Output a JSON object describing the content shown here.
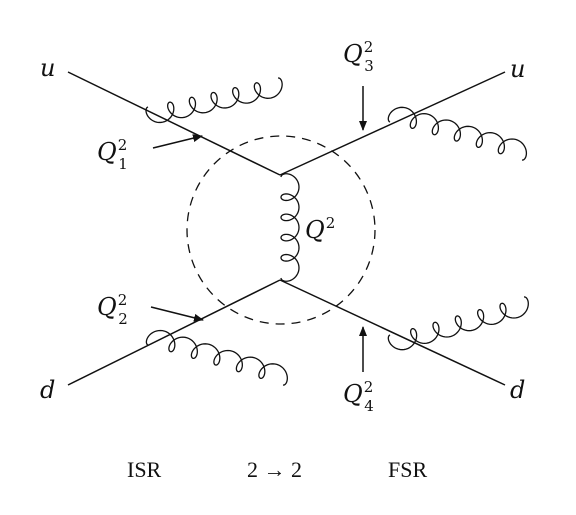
{
  "particles": {
    "u_in": "u",
    "u_out": "u",
    "d_in": "d",
    "d_out": "d"
  },
  "scales": {
    "q1": {
      "base": "Q",
      "sup": "2",
      "sub": "1"
    },
    "q2": {
      "base": "Q",
      "sup": "2",
      "sub": "2"
    },
    "q3": {
      "base": "Q",
      "sup": "2",
      "sub": "3"
    },
    "q4": {
      "base": "Q",
      "sup": "2",
      "sub": "4"
    },
    "hard": {
      "base": "Q",
      "sup": "2"
    }
  },
  "captions": {
    "isr": "ISR",
    "hard": "2 → 2",
    "fsr": "FSR"
  }
}
